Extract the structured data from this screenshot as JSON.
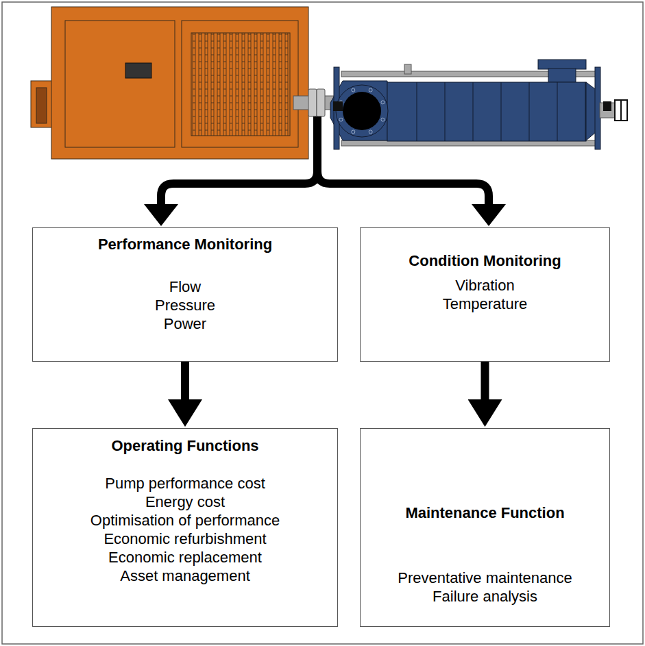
{
  "diagram": {
    "nodes": [
      {
        "text": [
          "Performance Monitoring",
          "Flow",
          "Pressure",
          "Power"
        ]
      },
      {
        "text": [
          "Condition Monitoring",
          "Vibration",
          "Temperature"
        ]
      },
      {
        "text": [
          "Operating Functions",
          "Pump performance cost",
          "Energy cost",
          "Optimisation of performance",
          "Economic refurbishment",
          "Economic replacement",
          "Asset management"
        ]
      },
      {
        "text": [
          "Maintenance Function",
          "Preventative maintenance",
          "Failure analysis"
        ]
      }
    ],
    "edges": [
      {
        "from": 0,
        "to": 2,
        "arrow": "to"
      },
      {
        "from": 1,
        "to": 3,
        "arrow": "to"
      }
    ]
  }
}
